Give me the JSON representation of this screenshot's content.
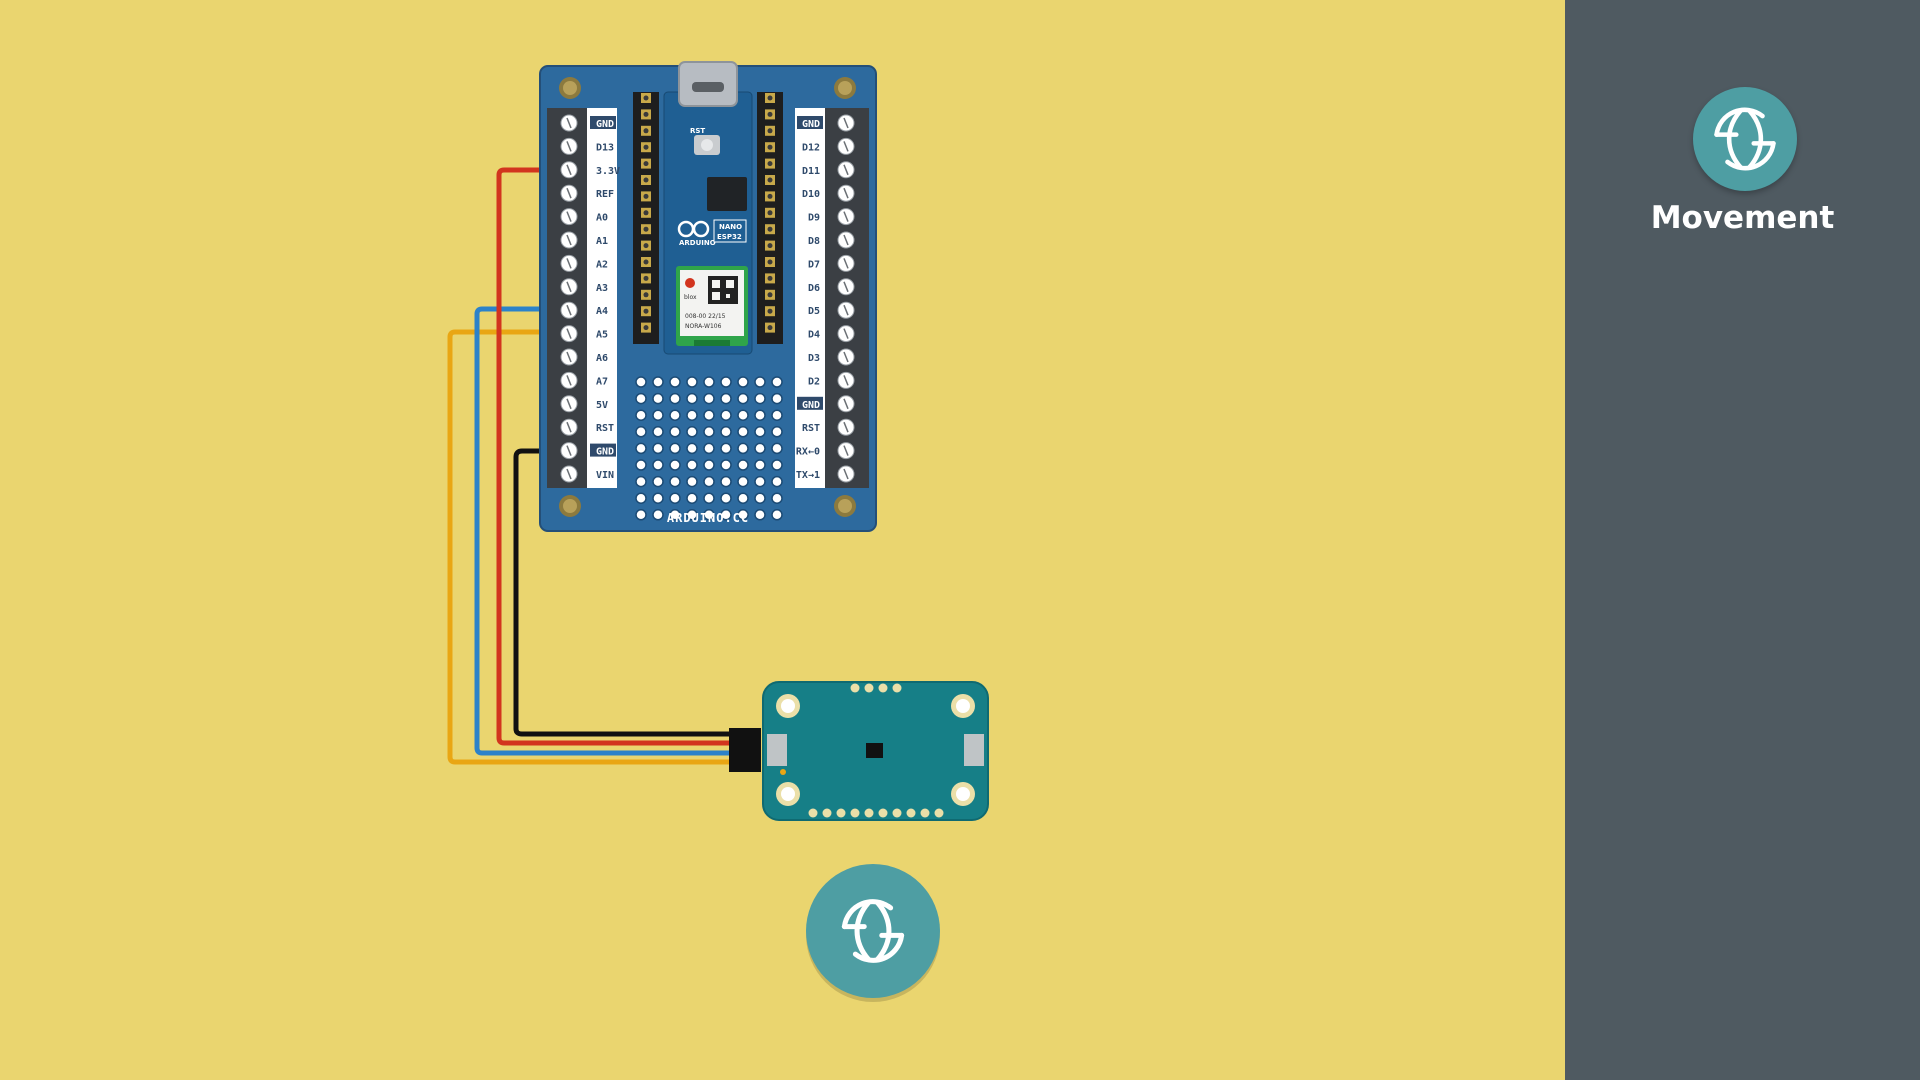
{
  "board": {
    "caption": "ARDUINO.CC",
    "module_brand": "ARDUINO",
    "module_model_line1": "NANO",
    "module_model_line2": "ESP32",
    "rf_brand": "blox",
    "rf_code": "008-00 22/15",
    "rf_model": "NORA-W106",
    "reset_label": "RST",
    "left_pins": [
      "GND",
      "D13",
      "3.3V",
      "REF",
      "A0",
      "A1",
      "A2",
      "A3",
      "A4",
      "A5",
      "A6",
      "A7",
      "5V",
      "RST",
      "GND",
      "VIN"
    ],
    "right_pins": [
      "GND",
      "D12",
      "D11",
      "D10",
      "D9",
      "D8",
      "D7",
      "D6",
      "D5",
      "D4",
      "D3",
      "D2",
      "GND",
      "RST",
      "RX←0",
      "TX→1"
    ]
  },
  "wires": [
    {
      "name": "red-wire",
      "color": "#D2341E"
    },
    {
      "name": "blue-wire",
      "color": "#2C82C9"
    },
    {
      "name": "orange-wire",
      "color": "#E9A613"
    },
    {
      "name": "black-wire",
      "color": "#111111"
    }
  ],
  "colors": {
    "background": "#EAD56F",
    "sidebar": "#4F5A61",
    "accent": "#4E9EA3",
    "board": "#2D6A9E",
    "sensor": "#167F87"
  },
  "sidebar": {
    "icon": "movement-globe-icon",
    "label": "Movement"
  },
  "canvas_icon": "movement-globe-icon"
}
